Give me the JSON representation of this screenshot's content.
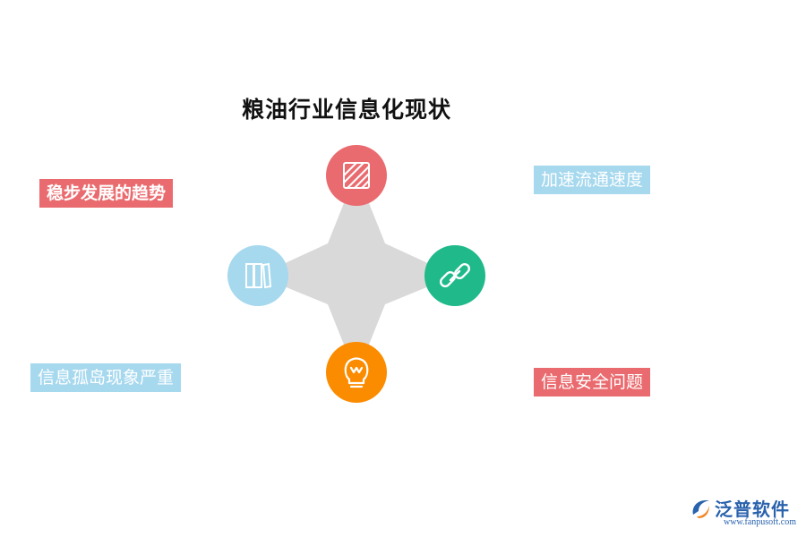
{
  "title": "粮油行业信息化现状",
  "nodes": {
    "top": {
      "icon": "striped-square-icon",
      "color": "#ea6b6f"
    },
    "right": {
      "icon": "chain-link-icon",
      "color": "#1fb98a"
    },
    "bottom": {
      "icon": "lightbulb-icon",
      "color": "#fb8c00"
    },
    "left": {
      "icon": "folders-icon",
      "color": "#a6d8ee"
    }
  },
  "tags": {
    "top_left": {
      "label": "稳步发展的趋势",
      "color": "#ea6b6f"
    },
    "top_right": {
      "label": "加速流通速度",
      "color": "#a6d8ee"
    },
    "bottom_left": {
      "label": "信息孤岛现象严重",
      "color": "#a6d8ee"
    },
    "bottom_right": {
      "label": "信息安全问题",
      "color": "#ea6b6f"
    }
  },
  "star_color": "#d9d9d9",
  "logo": {
    "brand": "泛普软件",
    "url": "www.fanpusoft.com"
  }
}
